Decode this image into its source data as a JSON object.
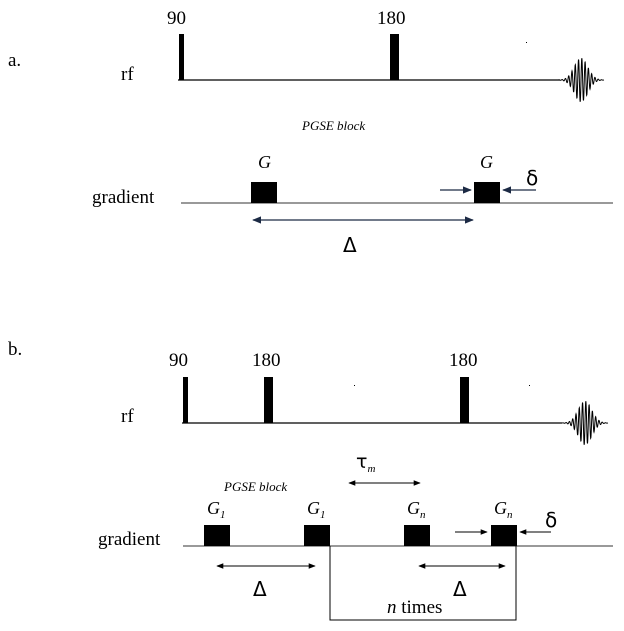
{
  "panel_a": {
    "label": "a.",
    "rf_label": "rf",
    "pulse_90": "90",
    "pulse_180": "180",
    "pgse_block": "PGSE block",
    "gradient_label": "gradient",
    "g_left": "G",
    "g_right": "G",
    "delta_small": "δ",
    "delta_big": "Δ"
  },
  "panel_b": {
    "label": "b.",
    "rf_label": "rf",
    "pulse_90": "90",
    "pulse_180_first": "180",
    "pulse_180_second": "180",
    "tau": "τ",
    "tau_sub": "m",
    "pgse_block": "PGSE block",
    "gradient_label": "gradient",
    "g1_first": "G",
    "g1_first_sub": "1",
    "g1_second": "G",
    "g1_second_sub": "1",
    "gn_first": "G",
    "gn_first_sub": "n",
    "gn_second": "G",
    "gn_second_sub": "n",
    "delta_small": "δ",
    "delta_big_left": "Δ",
    "delta_big_right": "Δ",
    "repeat_n": "n",
    "repeat_text": " times"
  }
}
